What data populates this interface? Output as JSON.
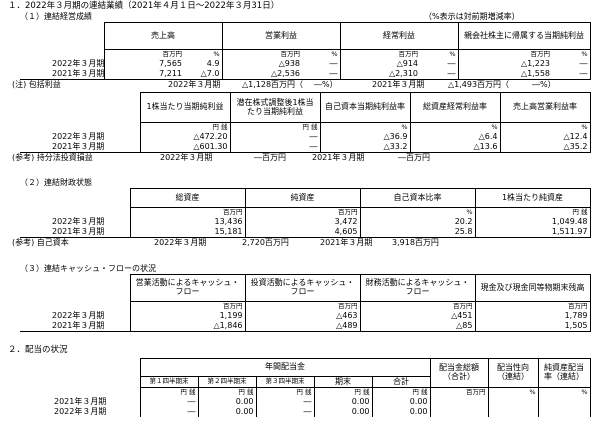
{
  "title": "１．2022年３月期の連結業績（2021年４月１日～2022年３月31日）",
  "s1": {
    "heading": "（１）連結経営成績",
    "note_right": "（%表示は対前期増減率）",
    "headers": [
      "売上高",
      "営業利益",
      "経常利益",
      "親会社株主に帰属する当期純利益"
    ],
    "unit_million": "百万円",
    "unit_pct": "%",
    "rows": [
      {
        "label": "2022年３月期",
        "v": [
          "7,565",
          "4.9",
          "△938",
          "―",
          "△914",
          "―",
          "△1,223",
          "―"
        ]
      },
      {
        "label": "2021年３月期",
        "v": [
          "7,211",
          "△7.0",
          "△2,536",
          "―",
          "△2,310",
          "―",
          "△1,558",
          "―"
        ]
      }
    ],
    "footnote_label": "(注) 包括利益",
    "footnote_2022": "2022年３月期",
    "footnote_2022_val": "△1,128百万円（",
    "footnote_2022_pct": "―%）",
    "footnote_2021": "2021年３月期",
    "footnote_2021_val": "△1,493百万円（",
    "footnote_2021_pct": "―%）"
  },
  "s1b": {
    "headers": [
      "1株当たり当期純利益",
      "潜在株式調整後1株当たり当期純利益",
      "自己資本当期純利益率",
      "総資産経常利益率",
      "売上高営業利益率"
    ],
    "units": [
      "円 銭",
      "円 銭",
      "%",
      "%",
      "%"
    ],
    "rows": [
      {
        "label": "2022年３月期",
        "v": [
          "△472.20",
          "―",
          "△36.9",
          "△6.4",
          "△12.4"
        ]
      },
      {
        "label": "2021年３月期",
        "v": [
          "△601.30",
          "―",
          "△33.2",
          "△13.6",
          "△35.2"
        ]
      }
    ],
    "ref_label": "(参考) 持分法投資損益",
    "ref_2022": "2022年３月期",
    "ref_2022_val": "―百万円",
    "ref_2021": "2021年３月期",
    "ref_2021_val": "―百万円"
  },
  "s2": {
    "heading": "（２）連結財政状態",
    "headers": [
      "総資産",
      "純資産",
      "自己資本比率",
      "1株当たり純資産"
    ],
    "units": [
      "百万円",
      "百万円",
      "%",
      "円 銭"
    ],
    "rows": [
      {
        "label": "2022年３月期",
        "v": [
          "13,436",
          "3,472",
          "20.2",
          "1,049.48"
        ]
      },
      {
        "label": "2021年３月期",
        "v": [
          "15,181",
          "4,605",
          "25.8",
          "1,511.97"
        ]
      }
    ],
    "ref_label": "(参考) 自己資本",
    "ref_2022": "2022年３月期",
    "ref_2022_val": "2,720百万円",
    "ref_2021": "2021年３月期",
    "ref_2021_val": "3,918百万円"
  },
  "s3": {
    "heading": "（３）連結キャッシュ・フローの状況",
    "headers": [
      "営業活動によるキャッシュ・フロー",
      "投資活動によるキャッシュ・フロー",
      "財務活動によるキャッシュ・フロー",
      "現金及び現金同等物期末残高"
    ],
    "unit": "百万円",
    "rows": [
      {
        "label": "2022年３月期",
        "v": [
          "1,199",
          "△463",
          "△451",
          "1,789"
        ]
      },
      {
        "label": "2021年３月期",
        "v": [
          "△1,846",
          "△489",
          "△85",
          "1,505"
        ]
      }
    ]
  },
  "s4": {
    "heading": "２．配当の状況",
    "annual": "年間配当金",
    "sub": [
      "第１四半期末",
      "第２四半期末",
      "第３四半期末",
      "期末",
      "合計"
    ],
    "total_label": "配当金総額（合計）",
    "payout_label": "配当性向（連結）",
    "ratio_label": "純資産配当率（連結）",
    "units": [
      "円 銭",
      "円 銭",
      "円 銭",
      "円 銭",
      "円 銭",
      "百万円",
      "%",
      "%"
    ],
    "rows": [
      {
        "label": "2021年３月期",
        "v": [
          "―",
          "0.00",
          "―",
          "0.00",
          "0.00",
          "",
          "",
          ""
        ]
      },
      {
        "label": "2022年３月期",
        "v": [
          "―",
          "0.00",
          "―",
          "0.00",
          "0.00",
          "",
          "",
          ""
        ]
      }
    ]
  }
}
